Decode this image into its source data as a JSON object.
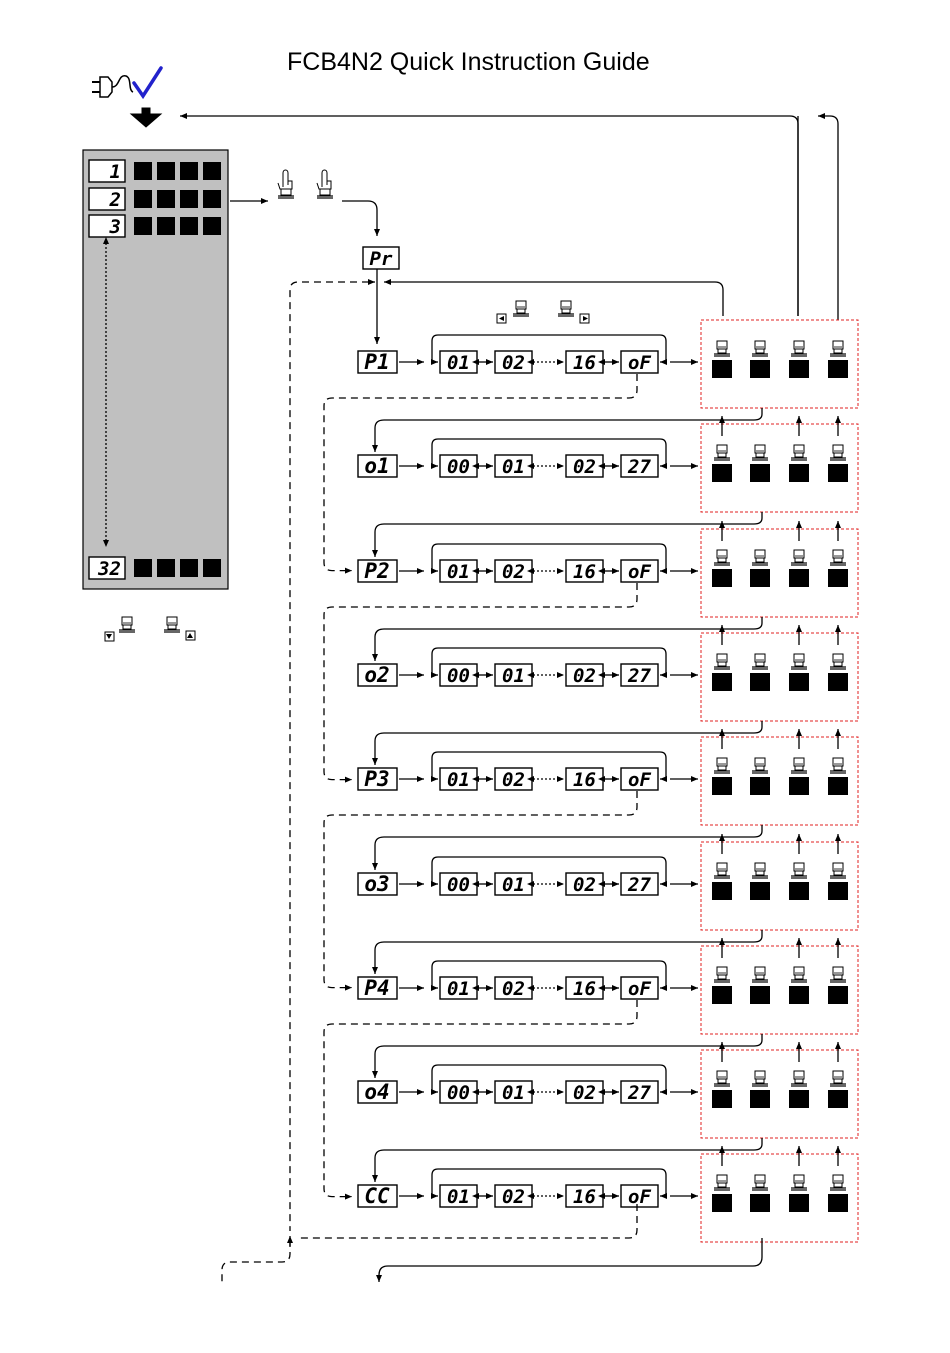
{
  "title": "FCB4N2 Quick Instruction Guide",
  "colors": {
    "panel": "#c0c0c0",
    "dashed_box": "#e02020",
    "check": "#2222cc"
  },
  "icons": [
    "plug-icon",
    "check-icon",
    "down-arrow-icon",
    "hand-press-icon",
    "button-icon",
    "arrow-left-icon",
    "arrow-right-icon",
    "arrow-down-icon",
    "arrow-up-icon"
  ],
  "panel": {
    "channels": [
      "1",
      "2",
      "3",
      "32"
    ]
  },
  "entry_display": "Pr",
  "rows": [
    {
      "label": "P1",
      "values": [
        "01",
        "02",
        "16",
        "oF"
      ]
    },
    {
      "label": "o1",
      "values": [
        "00",
        "01",
        "02",
        "27"
      ]
    },
    {
      "label": "P2",
      "values": [
        "01",
        "02",
        "16",
        "oF"
      ]
    },
    {
      "label": "o2",
      "values": [
        "00",
        "01",
        "02",
        "27"
      ]
    },
    {
      "label": "P3",
      "values": [
        "01",
        "02",
        "16",
        "oF"
      ]
    },
    {
      "label": "o3",
      "values": [
        "00",
        "01",
        "02",
        "27"
      ]
    },
    {
      "label": "P4",
      "values": [
        "01",
        "02",
        "16",
        "oF"
      ]
    },
    {
      "label": "o4",
      "values": [
        "00",
        "01",
        "02",
        "27"
      ]
    },
    {
      "label": "CC",
      "values": [
        "01",
        "02",
        "16",
        "oF"
      ]
    }
  ]
}
